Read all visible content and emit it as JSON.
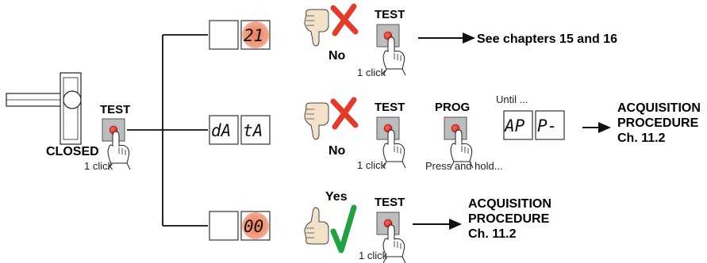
{
  "colors": {
    "accent_red": "#e53a2a",
    "display_glow": "#f08a6a",
    "check_green": "#1fa23f",
    "test_button_grey": "#b9b9b9",
    "skin": "#f3e2c8"
  },
  "icons": [
    "barrier-gate-icon",
    "hand-press-icon",
    "thumbs-down-icon",
    "thumbs-up-icon",
    "red-x-icon",
    "green-check-icon",
    "arrow-right-icon"
  ],
  "start": {
    "test_label": "TEST",
    "state_label": "CLOSED",
    "click_label": "1 click"
  },
  "branch_top": {
    "display_left": "",
    "display_right": "21",
    "answer": "No",
    "test_label": "TEST",
    "click_label": "1 click",
    "result": "See chapters 15 and 16"
  },
  "branch_middle": {
    "display_left": "dA",
    "display_right": "tA",
    "answer": "No",
    "test_label": "TEST",
    "click_label": "1 click",
    "prog_label": "PROG",
    "prog_hint": "Press and hold...",
    "until_label": "Until ...",
    "until_display_left": "AP",
    "until_display_right": "P-",
    "result_line1": "ACQUISITION",
    "result_line2": "PROCEDURE",
    "result_line3": "Ch. 11.2"
  },
  "branch_bottom": {
    "display_left": "",
    "display_right": "00",
    "answer": "Yes",
    "test_label": "TEST",
    "click_label": "1 click",
    "result_line1": "ACQUISITION",
    "result_line2": "PROCEDURE",
    "result_line3": "Ch. 11.2"
  }
}
